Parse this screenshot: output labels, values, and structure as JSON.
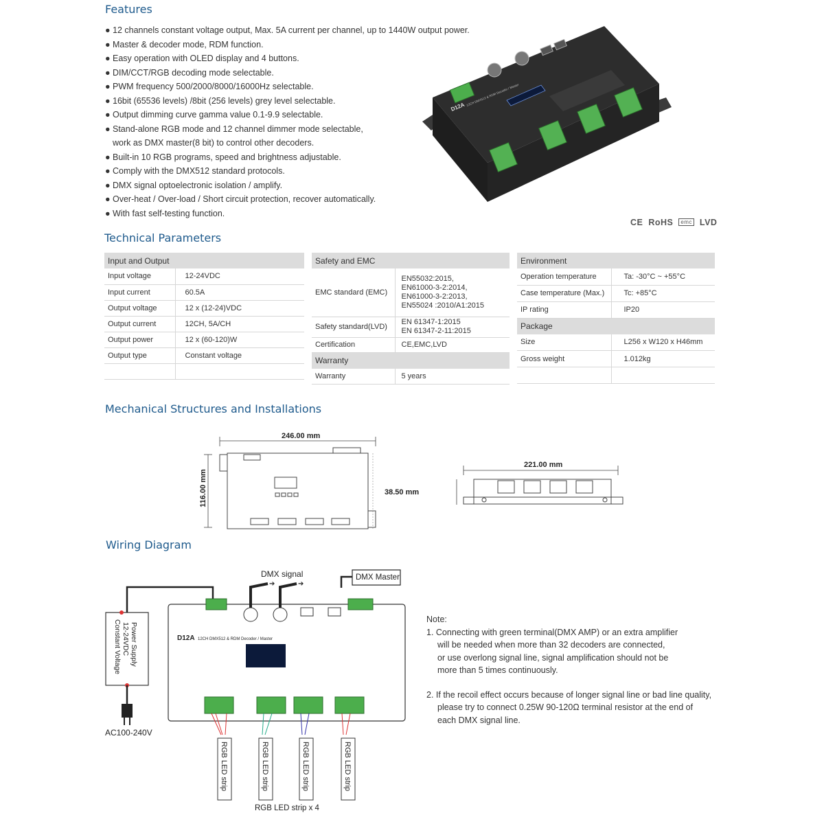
{
  "features": {
    "title": "Features",
    "items": [
      {
        "text": "12 channels constant voltage output, Max. 5A current per channel, up to 1440W output power."
      },
      {
        "text": "Master & decoder mode, RDM function."
      },
      {
        "text": "Easy operation with OLED display and 4 buttons."
      },
      {
        "text": "DIM/CCT/RGB decoding mode selectable."
      },
      {
        "text": "PWM frequency 500/2000/8000/16000Hz selectable."
      },
      {
        "text": "16bit (65536 levels) /8bit (256 levels) grey level selectable."
      },
      {
        "text": "Output dimming curve gamma value 0.1-9.9 selectable."
      },
      {
        "text": "Stand-alone RGB mode and 12 channel dimmer mode selectable,",
        "cont": "work as DMX master(8 bit) to control other decoders."
      },
      {
        "text": "Built-in 10 RGB programs, speed and brightness adjustable."
      },
      {
        "text": "Comply with the DMX512 standard protocols."
      },
      {
        "text": "DMX signal optoelectronic isolation / amplify."
      },
      {
        "text": "Over-heat / Over-load / Short circuit protection, recover automatically."
      },
      {
        "text": "With fast self-testing function."
      }
    ]
  },
  "product": {
    "model": "D12A",
    "subtitle": "12CH DMX512 & RDM Decoder / Master",
    "certifications": {
      "ce": "CE",
      "rohs": "RoHS",
      "emc": "emc",
      "lvd": "LVD"
    }
  },
  "technical": {
    "title": "Technical Parameters",
    "input_output": {
      "header": "Input and Output",
      "rows": [
        {
          "label": "Input voltage",
          "value": "12-24VDC"
        },
        {
          "label": "Input current",
          "value": "60.5A"
        },
        {
          "label": "Output voltage",
          "value": "12 x (12-24)VDC"
        },
        {
          "label": "Output current",
          "value": "12CH, 5A/CH"
        },
        {
          "label": "Output power",
          "value": "12 x (60-120)W"
        },
        {
          "label": "Output type",
          "value": "Constant voltage"
        }
      ]
    },
    "safety_emc": {
      "header": "Safety and EMC",
      "rows": [
        {
          "label": "EMC standard (EMC)",
          "lines": [
            "EN55032:2015,",
            "EN61000-3-2:2014,",
            "EN61000-3-2:2013,",
            "EN55024 :2010/A1:2015"
          ]
        },
        {
          "label": "Safety standard(LVD)",
          "lines": [
            "EN 61347-1:2015",
            "EN 61347-2-11:2015"
          ]
        },
        {
          "label": "Certification",
          "lines": [
            "CE,EMC,LVD"
          ]
        }
      ]
    },
    "warranty": {
      "header": "Warranty",
      "rows": [
        {
          "label": "Warranty",
          "value": "5 years"
        }
      ]
    },
    "environment": {
      "header": "Environment",
      "rows": [
        {
          "label": "Operation temperature",
          "value": "Ta: -30°C ~ +55°C"
        },
        {
          "label": "Case temperature (Max.)",
          "value": "Tc: +85°C"
        },
        {
          "label": "IP rating",
          "value": "IP20"
        }
      ]
    },
    "package": {
      "header": "Package",
      "rows": [
        {
          "label": "Size",
          "value": "L256 x W120 x H46mm"
        },
        {
          "label": "Gross weight",
          "value": "1.012kg"
        }
      ]
    }
  },
  "mechanical": {
    "title": "Mechanical Structures and Installations",
    "width": "246.00 mm",
    "height": "116.00 mm",
    "depth": "38.50 mm",
    "side_length": "221.00 mm"
  },
  "wiring": {
    "title": "Wiring Diagram",
    "dmx_signal": "DMX signal",
    "dmx_master": "DMX Master",
    "power_supply": [
      "Power Supply",
      "12-24VDC",
      "Constant Voltage"
    ],
    "ac_input": "AC100-240V",
    "strip_label": "RGB LED strip",
    "strip_total": "RGB LED strip x 4",
    "note_title": "Note:",
    "note_1": [
      "1. Connecting with green terminal(DMX AMP) or an extra amplifier",
      "will be needed when more than 32 decoders are connected,",
      "or use overlong signal line, signal amplification should not be",
      "more than 5 times continuously."
    ],
    "note_2": [
      "2. If the recoil effect occurs because of longer signal line or bad line quality,",
      "please try to connect 0.25W 90-120Ω terminal resistor at the end of",
      "each DMX signal line."
    ]
  }
}
